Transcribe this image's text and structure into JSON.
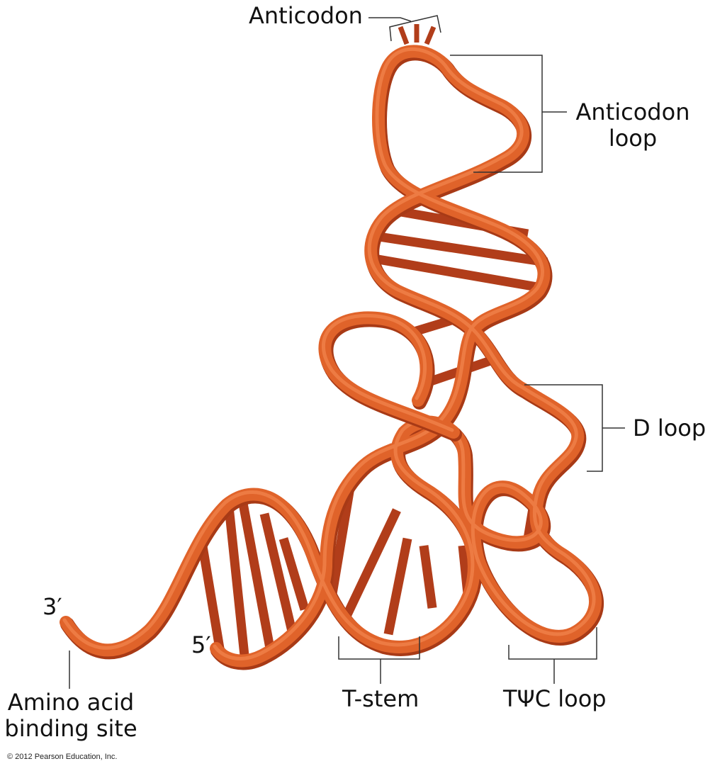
{
  "labels": {
    "anticodon": "Anticodon",
    "anticodon_loop_line1": "Anticodon",
    "anticodon_loop_line2": "loop",
    "d_loop": "D loop",
    "three_prime": "3′",
    "five_prime": "5′",
    "amino_acid_line1": "Amino acid",
    "amino_acid_line2": "binding site",
    "t_stem": "T-stem",
    "tpsic_loop": "TΨC loop"
  },
  "copyright": "© 2012 Pearson Education, Inc.",
  "colors": {
    "ribbon": "#e0632a",
    "ribbon_shadow": "#a83a16",
    "ribbon_highlight": "#f1834c",
    "rung": "#b13d1a",
    "leader": "#333333"
  }
}
